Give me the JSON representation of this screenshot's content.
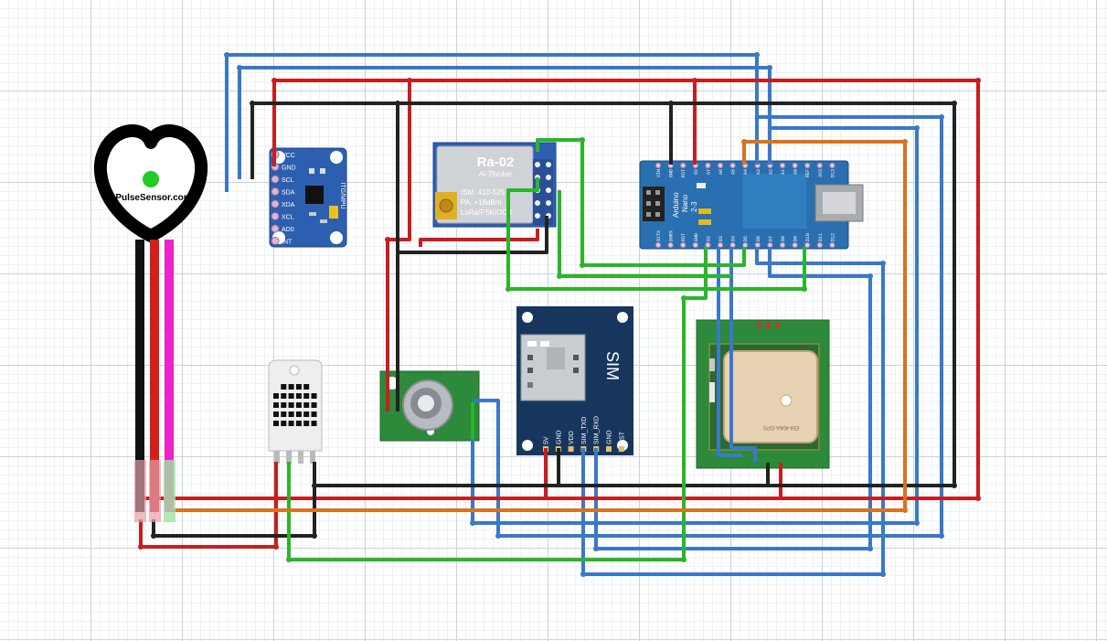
{
  "colors": {
    "wire_blue": "#3a78c8",
    "wire_red": "#c81e1e",
    "wire_black": "#222222",
    "wire_green": "#2ab52a",
    "wire_orange": "#d8731e",
    "wire_magenta": "#ee22cc",
    "pcb_blue": "#2d5fb0",
    "pcb_green": "#2c8a3a",
    "sim_navy": "#17365e"
  },
  "pulse_sensor": {
    "label": "PulseSensor.com"
  },
  "mpu": {
    "pins": [
      "VCC",
      "GND",
      "SCL",
      "SDA",
      "XDA",
      "XCL",
      "AD0",
      "INT"
    ],
    "side_label": "ITG/MPU"
  },
  "lora": {
    "title": "Ra-02",
    "subtitle": "Ai-Thinker",
    "lines": [
      "ISM: 410-525",
      "PA: +18dBm",
      "LoRa/FSK/OOK"
    ]
  },
  "arduino": {
    "name_line1": "Arduino",
    "name_line2": "Nano",
    "name_line3": "2-3",
    "top_pins": [
      "VIN",
      "GND",
      "RST",
      "5V",
      "A7",
      "A6",
      "A5",
      "A4",
      "A3",
      "A2",
      "A1",
      "A0",
      "REF",
      "3V3",
      "D13"
    ],
    "bottom_pins": [
      "D1TX",
      "D0RX",
      "RST",
      "GND",
      "D2",
      "D3",
      "D4",
      "D5",
      "D6",
      "D7",
      "D8",
      "D9",
      "D10",
      "D11",
      "D12"
    ]
  },
  "sim": {
    "label": "SIM",
    "pins": [
      "5V",
      "GND",
      "VDD",
      "SIM_TXD",
      "SIM_RXD",
      "GND",
      "RST"
    ]
  },
  "gps": {
    "chip_text": "EM-406A GPS"
  }
}
